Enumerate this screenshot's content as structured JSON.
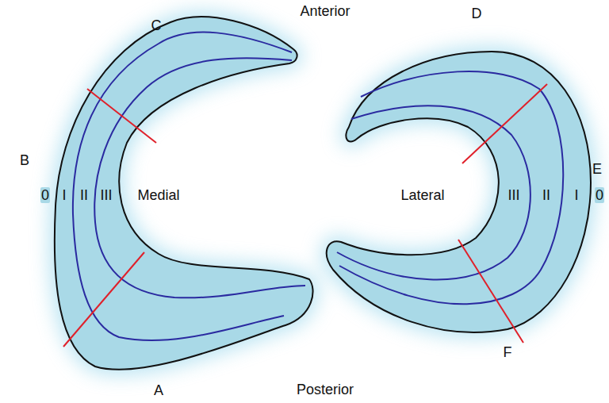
{
  "diagram": {
    "labels": [
      "Anterior",
      "C",
      "D",
      "B",
      "E",
      "0",
      "I",
      "II",
      "III",
      "Medial",
      "Lateral",
      "III",
      "II",
      "I",
      "0",
      "A",
      "F",
      "Posterior"
    ]
  }
}
